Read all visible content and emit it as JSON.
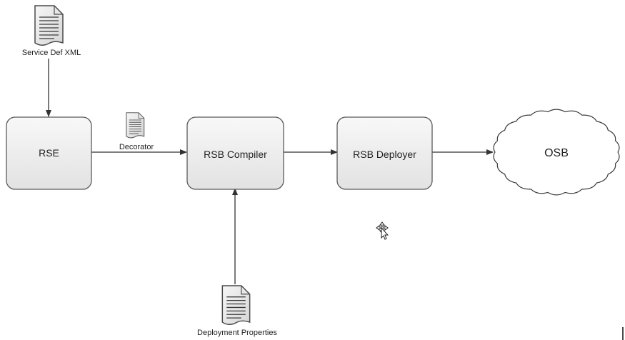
{
  "nodes": {
    "rse": "RSE",
    "compiler": "RSB Compiler",
    "deployer": "RSB Deployer",
    "osb": "OSB"
  },
  "documents": {
    "service_def": "Service Def XML",
    "decorator": "Decorator",
    "deployment_props": "Deployment Properties"
  },
  "colors": {
    "box_stroke": "#5a5a5a",
    "box_fill_top": "#f7f7f7",
    "box_fill_bottom": "#e4e4e4",
    "line": "#333333"
  }
}
